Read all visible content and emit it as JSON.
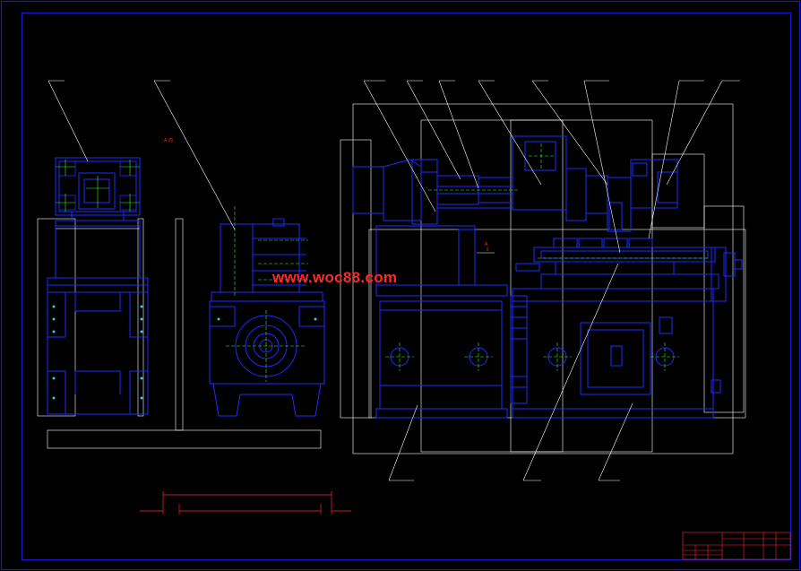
{
  "watermark": "www.woc88.com",
  "colors": {
    "background": "#000000",
    "frame": "#1a1ad0",
    "geometry": "#1c2cff",
    "centerline": "#2cff2c",
    "reference": "#ffffff",
    "annotation": "#ff2a2a"
  },
  "view_marks": {
    "left_view": "A 向",
    "main_view": "A"
  }
}
